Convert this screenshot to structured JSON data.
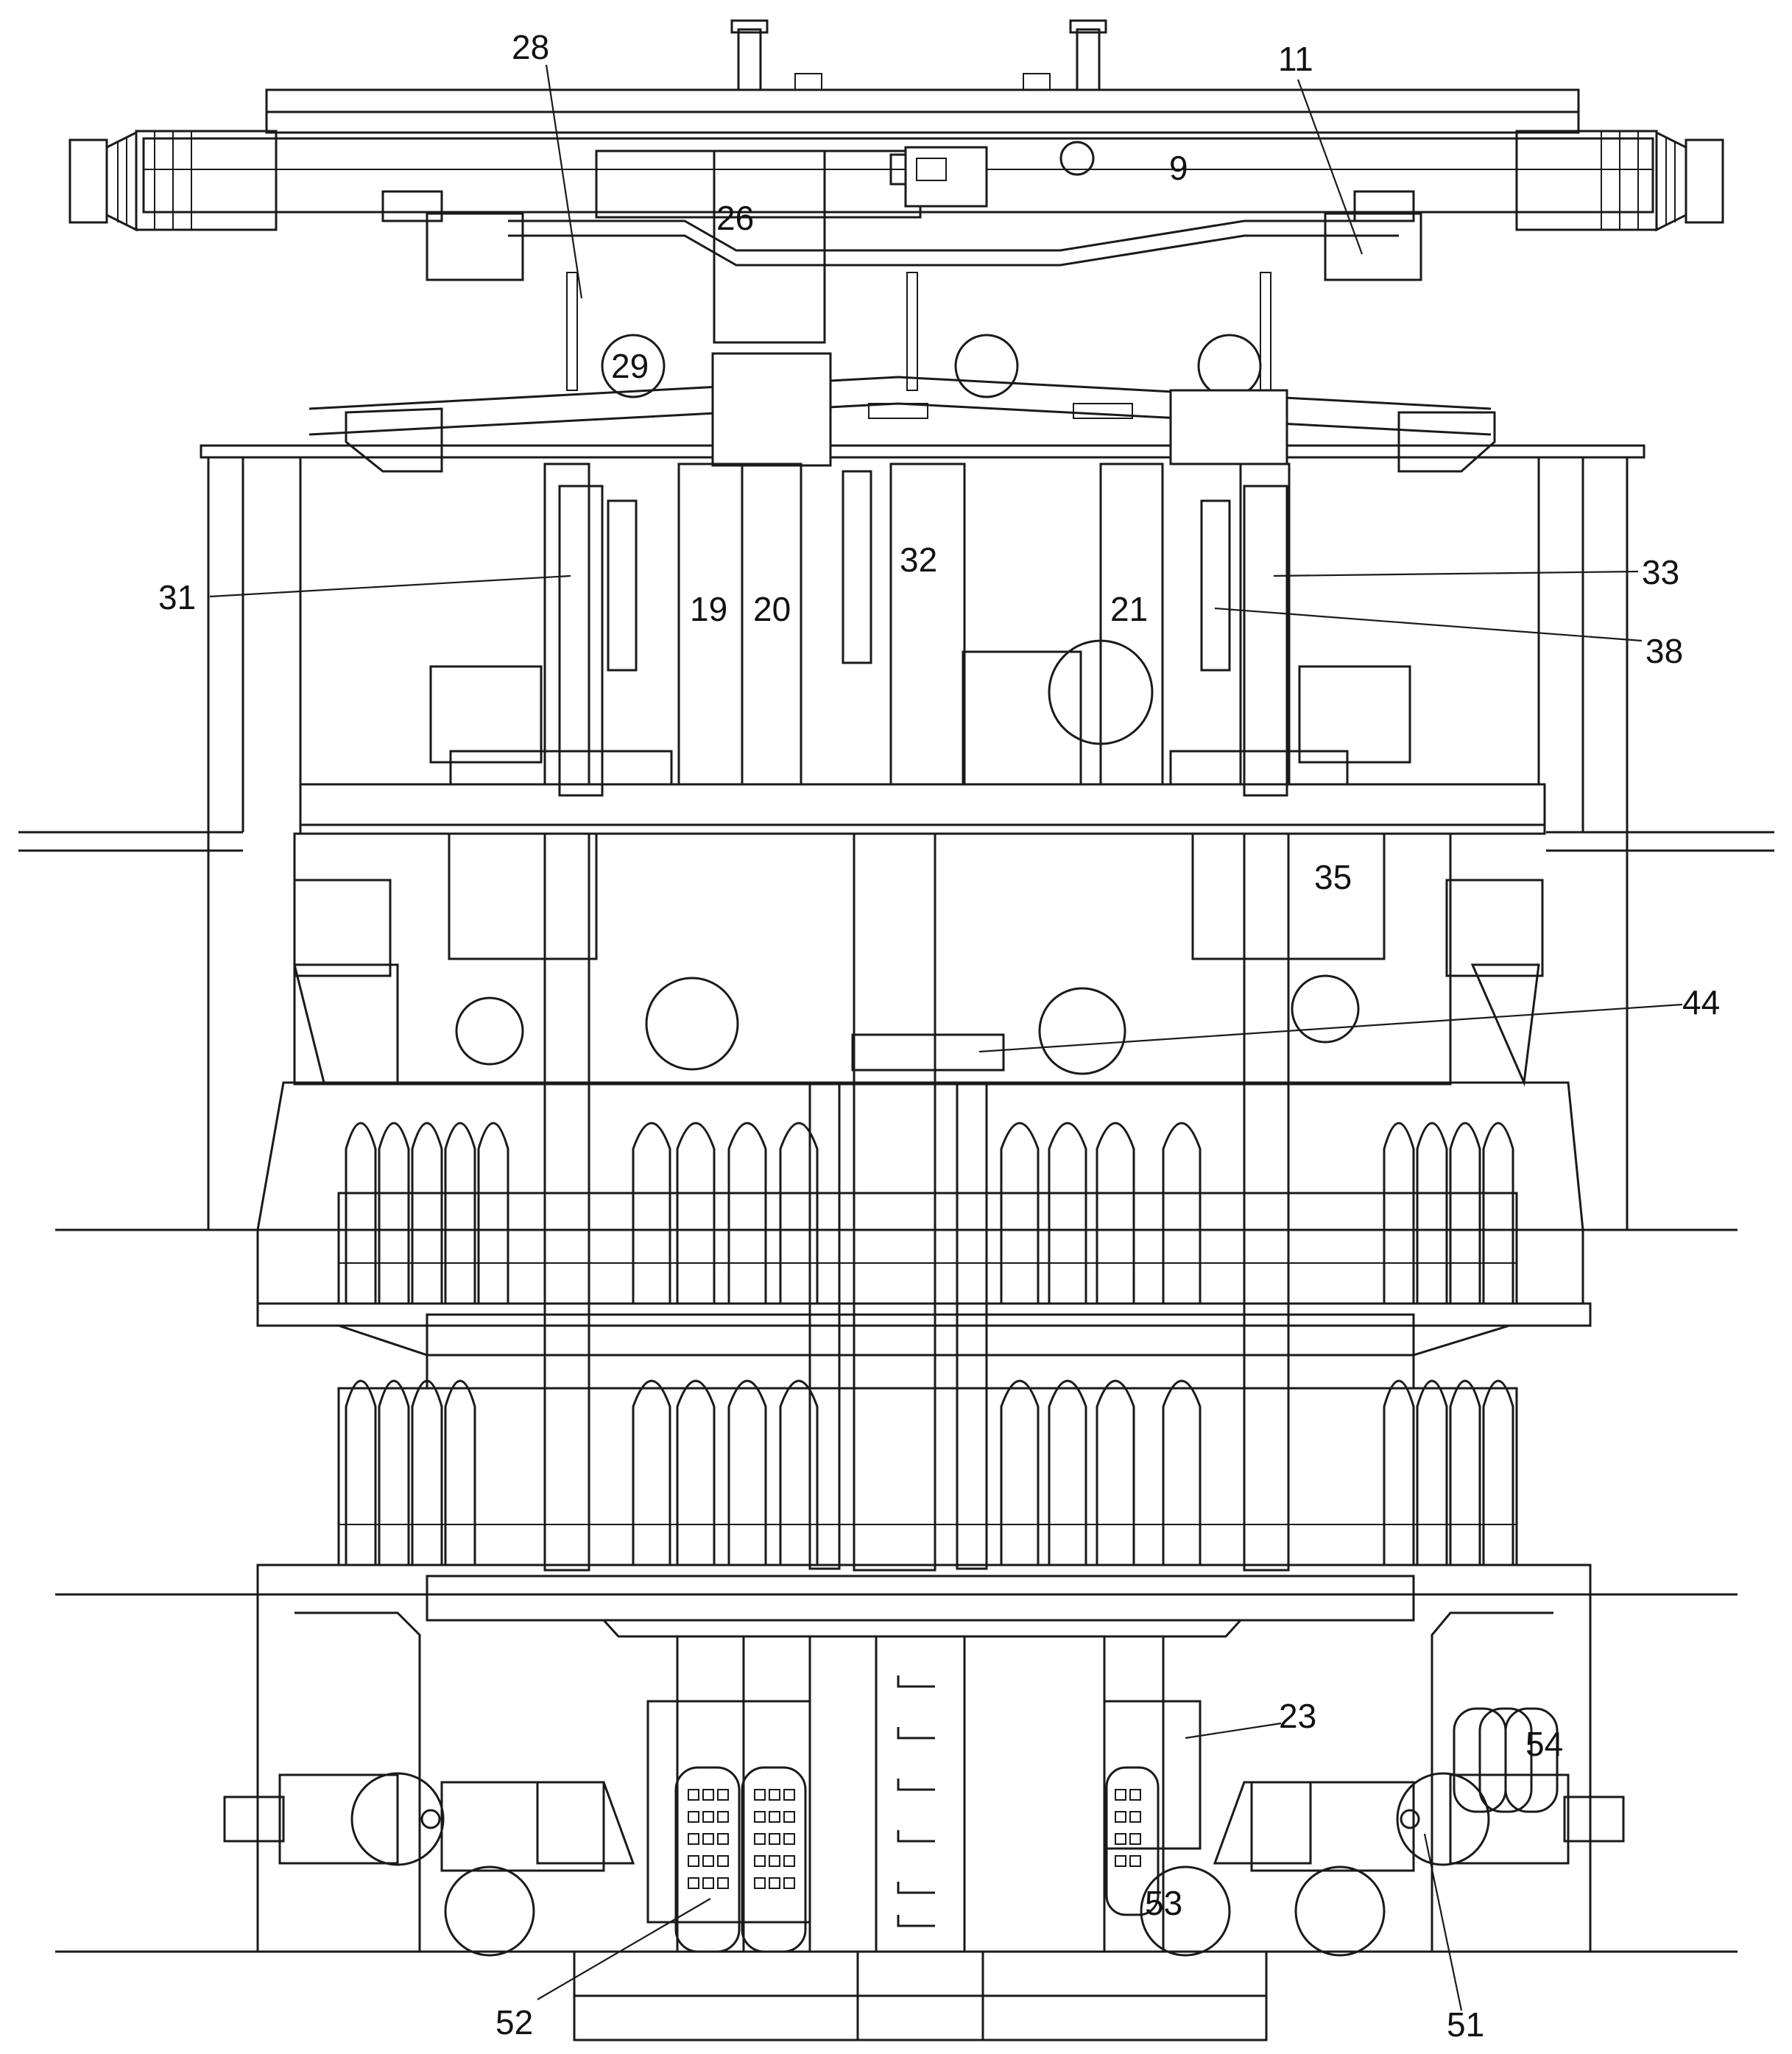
{
  "diagram": {
    "callouts": [
      {
        "id": "c28",
        "label": "28"
      },
      {
        "id": "c11",
        "label": "11"
      },
      {
        "id": "c9",
        "label": "9"
      },
      {
        "id": "c26",
        "label": "26"
      },
      {
        "id": "c29",
        "label": "29"
      },
      {
        "id": "c32",
        "label": "32"
      },
      {
        "id": "c31",
        "label": "31"
      },
      {
        "id": "c19",
        "label": "19"
      },
      {
        "id": "c20",
        "label": "20"
      },
      {
        "id": "c21",
        "label": "21"
      },
      {
        "id": "c33",
        "label": "33"
      },
      {
        "id": "c38",
        "label": "38"
      },
      {
        "id": "c35",
        "label": "35"
      },
      {
        "id": "c44",
        "label": "44"
      },
      {
        "id": "c23",
        "label": "23"
      },
      {
        "id": "c54",
        "label": "54"
      },
      {
        "id": "c53",
        "label": "53"
      },
      {
        "id": "c52",
        "label": "52"
      },
      {
        "id": "c51",
        "label": "51"
      }
    ]
  }
}
